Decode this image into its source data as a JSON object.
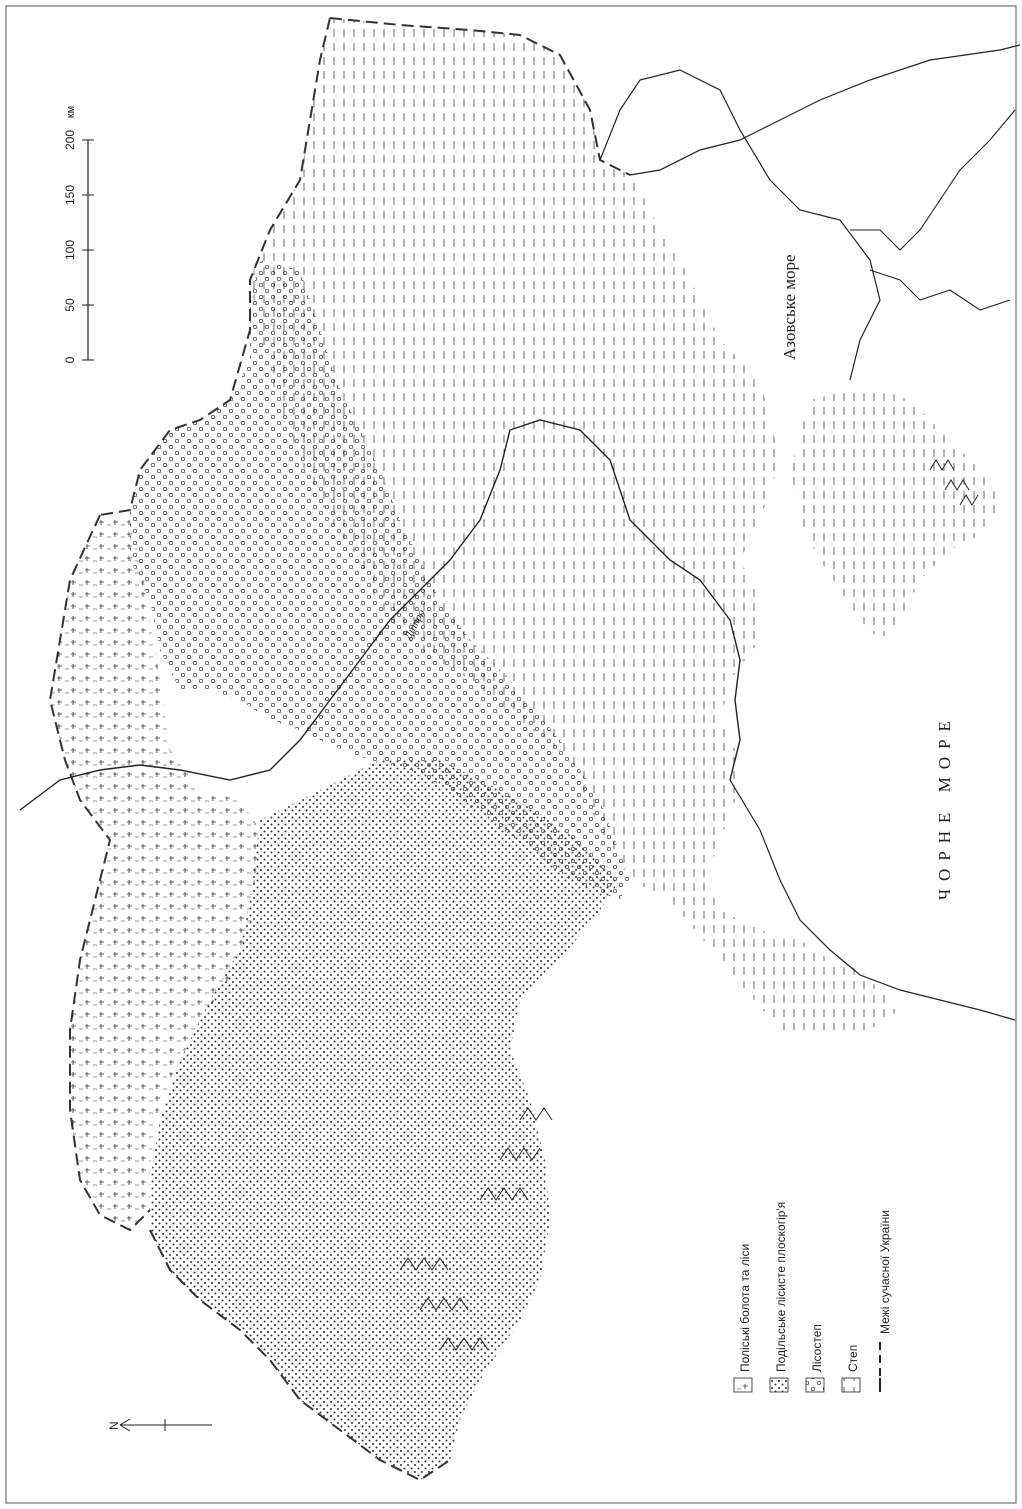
{
  "map": {
    "scale": {
      "ticks": [
        "0",
        "50",
        "100",
        "150",
        "200"
      ],
      "unit": "км"
    },
    "labels": {
      "azov_sea": "Азовське море",
      "black_sea": "ЧОРНЕ МОРЕ",
      "river": "Дніпро"
    },
    "north": {
      "letter": "N"
    },
    "legend": [
      {
        "id": "polissia",
        "label": "Поліські болота та ліси",
        "pattern": "marsh"
      },
      {
        "id": "podillia",
        "label": "Подільське лісисте плоскогір'я",
        "pattern": "dots"
      },
      {
        "id": "forest_steppe",
        "label": "Лісостеп",
        "pattern": "circles"
      },
      {
        "id": "steppe",
        "label": "Степ",
        "pattern": "dashes"
      },
      {
        "id": "border",
        "label": "Межі сучасної України",
        "pattern": "dashed-line"
      }
    ],
    "colors": {
      "ink": "#222222",
      "paper": "#ffffff"
    }
  }
}
